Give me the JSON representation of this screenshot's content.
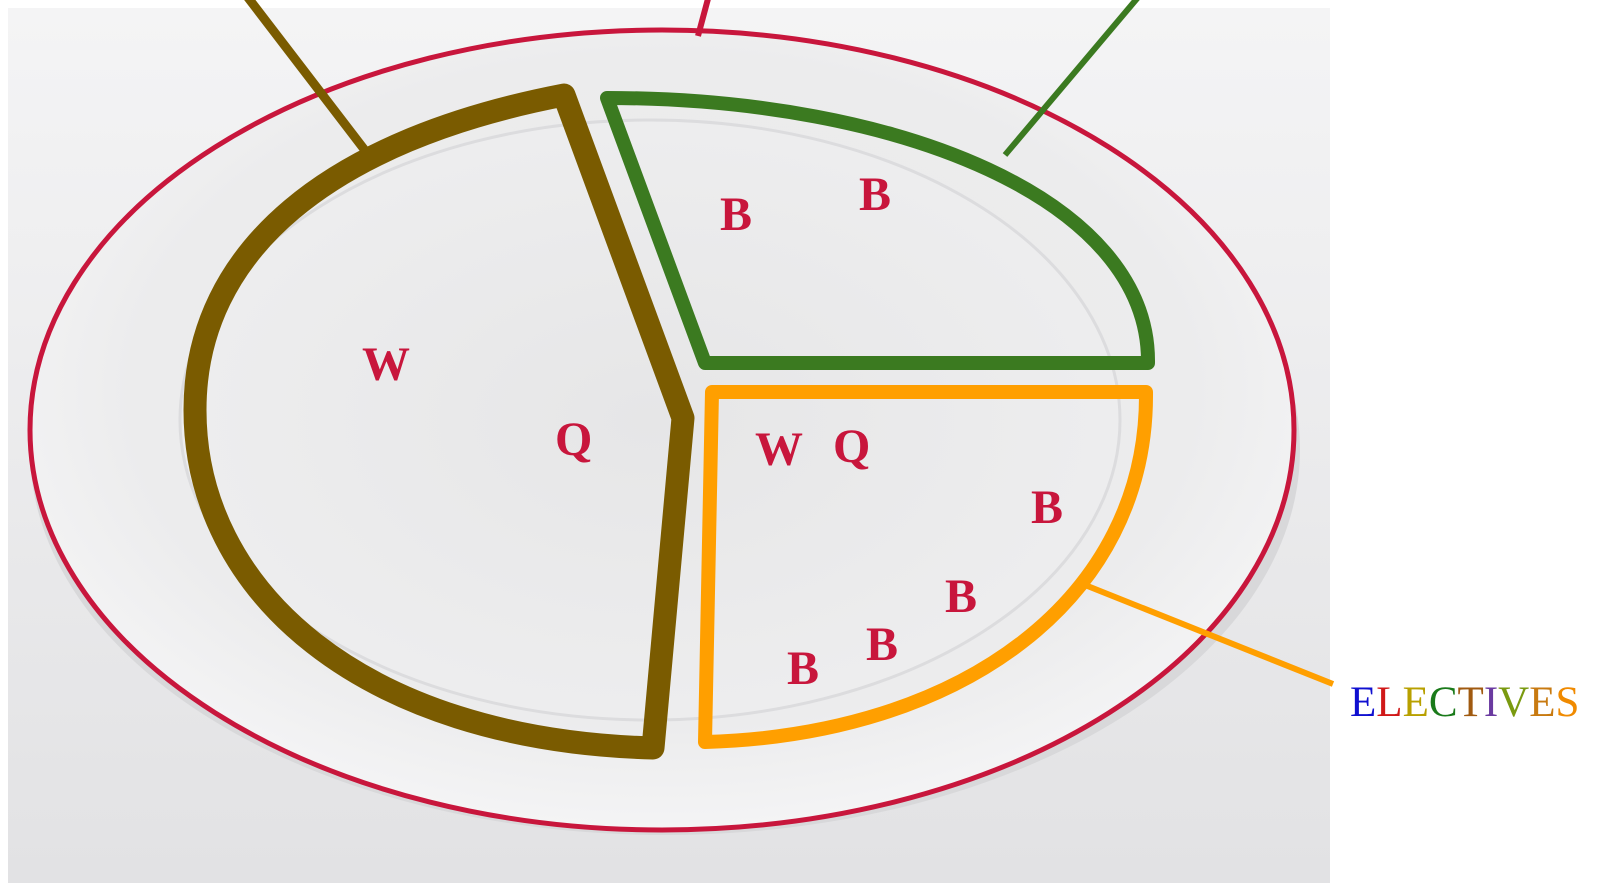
{
  "colors": {
    "brown": "#7a5b00",
    "green": "#3b7a20",
    "orange": "#ff9f00",
    "crimson": "#c8163c",
    "marker": "#c8163c"
  },
  "markers": {
    "brown_w": "W",
    "brown_q": "Q",
    "green_b1": "B",
    "green_b2": "B",
    "orange_w": "W",
    "orange_q": "Q",
    "orange_b1": "B",
    "orange_b2": "B",
    "orange_b3": "B",
    "orange_b4": "B"
  },
  "label": {
    "text": "ELECTIVES",
    "letters": [
      {
        "char": "E",
        "color": "#1010d0"
      },
      {
        "char": "L",
        "color": "#d01818"
      },
      {
        "char": "E",
        "color": "#b8a000"
      },
      {
        "char": "C",
        "color": "#1a7a1a"
      },
      {
        "char": "T",
        "color": "#a05a10"
      },
      {
        "char": "I",
        "color": "#6a3aa0"
      },
      {
        "char": "V",
        "color": "#7a9a10"
      },
      {
        "char": "E",
        "color": "#c87a10"
      },
      {
        "char": "S",
        "color": "#f08a00"
      }
    ]
  }
}
